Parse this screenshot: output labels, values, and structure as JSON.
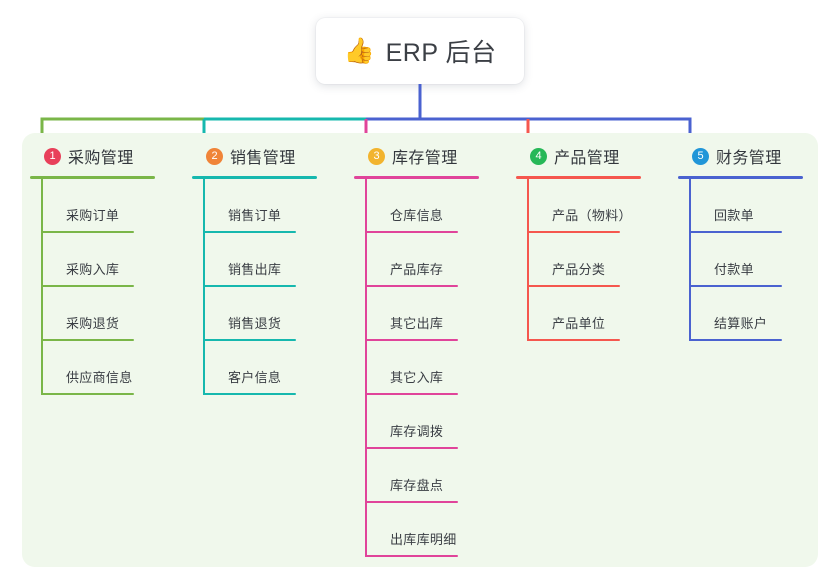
{
  "root": {
    "icon": "thumbs-up-icon",
    "icon_glyph": "👍",
    "title": "ERP 后台"
  },
  "palette": {
    "panel_background": "#f0f8ec",
    "canvas_background": "#ffffff",
    "title_text": "#3b3f45"
  },
  "columns": [
    {
      "index": "1",
      "badge_number": "1",
      "badge_color": "#E8405A",
      "line_color": "#7AB648",
      "title": "采购管理",
      "items": [
        {
          "label": "采购订单"
        },
        {
          "label": "采购入库"
        },
        {
          "label": "采购退货"
        },
        {
          "label": "供应商信息"
        }
      ]
    },
    {
      "index": "2",
      "badge_number": "2",
      "badge_color": "#F08438",
      "line_color": "#16B8AE",
      "title": "销售管理",
      "items": [
        {
          "label": "销售订单"
        },
        {
          "label": "销售出库"
        },
        {
          "label": "销售退货"
        },
        {
          "label": "客户信息"
        }
      ]
    },
    {
      "index": "3",
      "badge_number": "3",
      "badge_color": "#F2B42E",
      "line_color": "#E0449A",
      "title": "库存管理",
      "items": [
        {
          "label": "仓库信息"
        },
        {
          "label": "产品库存"
        },
        {
          "label": "其它出库"
        },
        {
          "label": "其它入库"
        },
        {
          "label": "库存调拨"
        },
        {
          "label": "库存盘点"
        },
        {
          "label": "出库库明细"
        }
      ]
    },
    {
      "index": "4",
      "badge_number": "4",
      "badge_color": "#27B858",
      "line_color": "#F5574E",
      "title": "产品管理",
      "items": [
        {
          "label": "产品（物料）"
        },
        {
          "label": "产品分类"
        },
        {
          "label": "产品单位"
        }
      ]
    },
    {
      "index": "5",
      "badge_number": "5",
      "badge_color": "#2196D8",
      "line_color": "#4A62D0",
      "title": "财务管理",
      "items": [
        {
          "label": "回款单"
        },
        {
          "label": "付款单"
        },
        {
          "label": "结算账户"
        }
      ]
    }
  ],
  "connectors": {
    "trunk_color": "#4A62D0",
    "bus_segments": [
      {
        "color": "#7AB648"
      },
      {
        "color": "#16B8AE"
      },
      {
        "color": "#4A62D0"
      }
    ]
  }
}
